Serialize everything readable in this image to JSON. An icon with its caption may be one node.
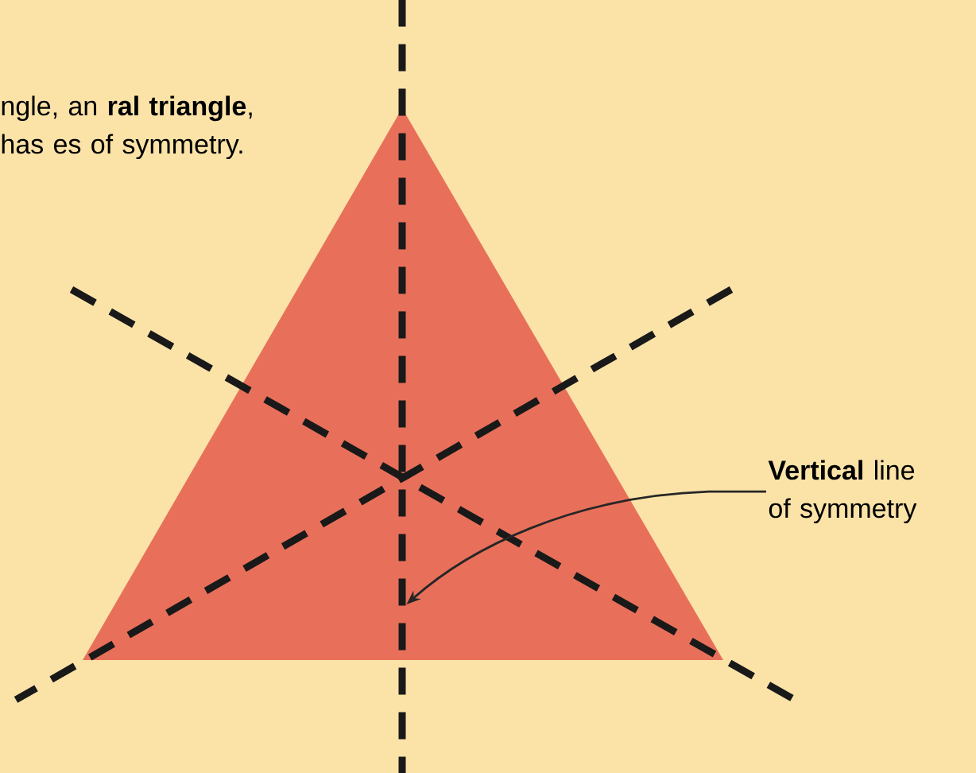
{
  "diagram": {
    "nodes": [
      {
        "text": [
          "**Vertical** line of symmetry"
        ]
      },
      {
        "text": [],
        "shape": "line"
      }
    ],
    "edges": [
      {
        "from": 0,
        "to": 1,
        "arrow": "to"
      }
    ],
    "labels": [
      "ngle, an **ral triangle**, has es of symmetry."
    ]
  }
}
